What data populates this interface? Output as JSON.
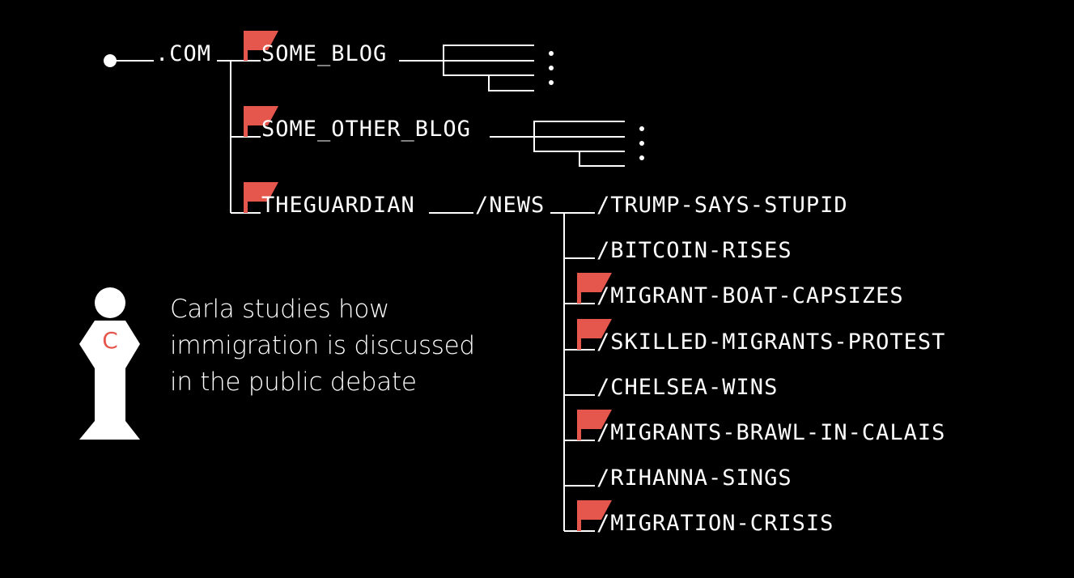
{
  "tree": {
    "root": ".COM",
    "blogs": [
      {
        "label": "SOME_BLOG",
        "flagged": true
      },
      {
        "label": "SOME_OTHER_BLOG",
        "flagged": true
      }
    ],
    "site": {
      "label": "THEGUARDIAN",
      "flagged": true
    },
    "section": "/NEWS",
    "articles": [
      {
        "label": "/TRUMP-SAYS-STUPID",
        "flagged": false
      },
      {
        "label": "/BITCOIN-RISES",
        "flagged": false
      },
      {
        "label": "/MIGRANT-BOAT-CAPSIZES",
        "flagged": true
      },
      {
        "label": "/SKILLED-MIGRANTS-PROTEST",
        "flagged": true
      },
      {
        "label": "/CHELSEA-WINS",
        "flagged": false
      },
      {
        "label": "/MIGRANTS-BRAWL-IN-CALAIS",
        "flagged": true
      },
      {
        "label": "/RIHANNA-SINGS",
        "flagged": false
      },
      {
        "label": "/MIGRATION-CRISIS",
        "flagged": true
      }
    ]
  },
  "persona": {
    "badge": "C",
    "caption_lines": [
      "Carla studies how",
      "immigration is discussed",
      "in the public debate"
    ]
  },
  "colors": {
    "background": "#000000",
    "line": "#ffffff",
    "flag": "#e5564d"
  }
}
